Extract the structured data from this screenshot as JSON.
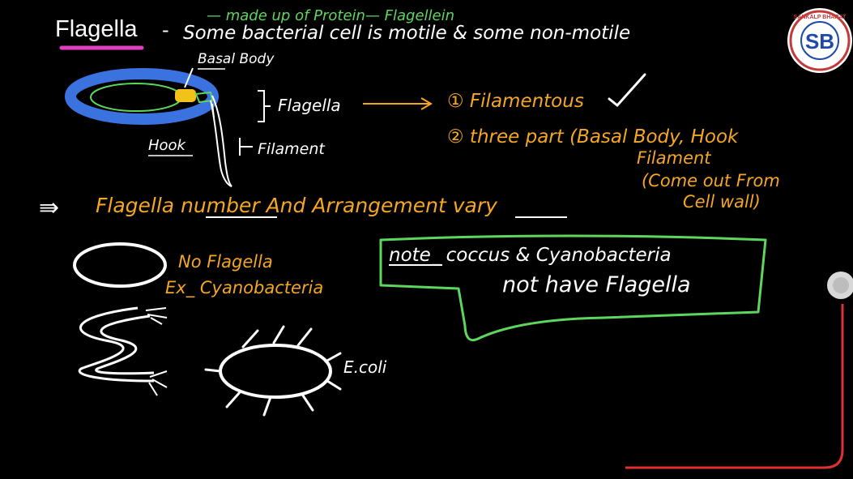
{
  "header": {
    "title": "Flagella",
    "dash": "-",
    "subtitle": "Some bacterial cell is motile & some non-motile",
    "protein_note": "— made up of Protein— Flagellein"
  },
  "logo": {
    "monogram": "SB",
    "ring_text": "SANKALP BHARAT"
  },
  "diagram": {
    "basal_body_label": "Basal Body",
    "flagella_label": "Flagella",
    "hook_label": "Hook",
    "filament_label": "Filament"
  },
  "notes": {
    "point1": "① Filamentous",
    "point2_line1": "② three part (Basal Body, Hook",
    "point2_line2": "Filament",
    "point2_line3": "(Come out From",
    "point2_line4": "Cell wall)",
    "arrangement_arrow": "⇛",
    "arrangement": "Flagella number And Arrangement vary",
    "no_flagella": "No Flagella",
    "example": "Ex_ Cyanobacteria",
    "note_line1": "note_ coccus & Cyanobacteria",
    "note_line2": "not have Flagella",
    "ecoli": "E.coli"
  },
  "colors": {
    "background": "#000000",
    "ink_white": "#ffffff",
    "ink_green": "#5ed65e",
    "ink_orange": "#f5a623",
    "cell_blue": "#3a73e0",
    "basal_yellow": "#f2c21b",
    "underline_pink": "#e040c0",
    "pointer_red": "#e03030"
  }
}
